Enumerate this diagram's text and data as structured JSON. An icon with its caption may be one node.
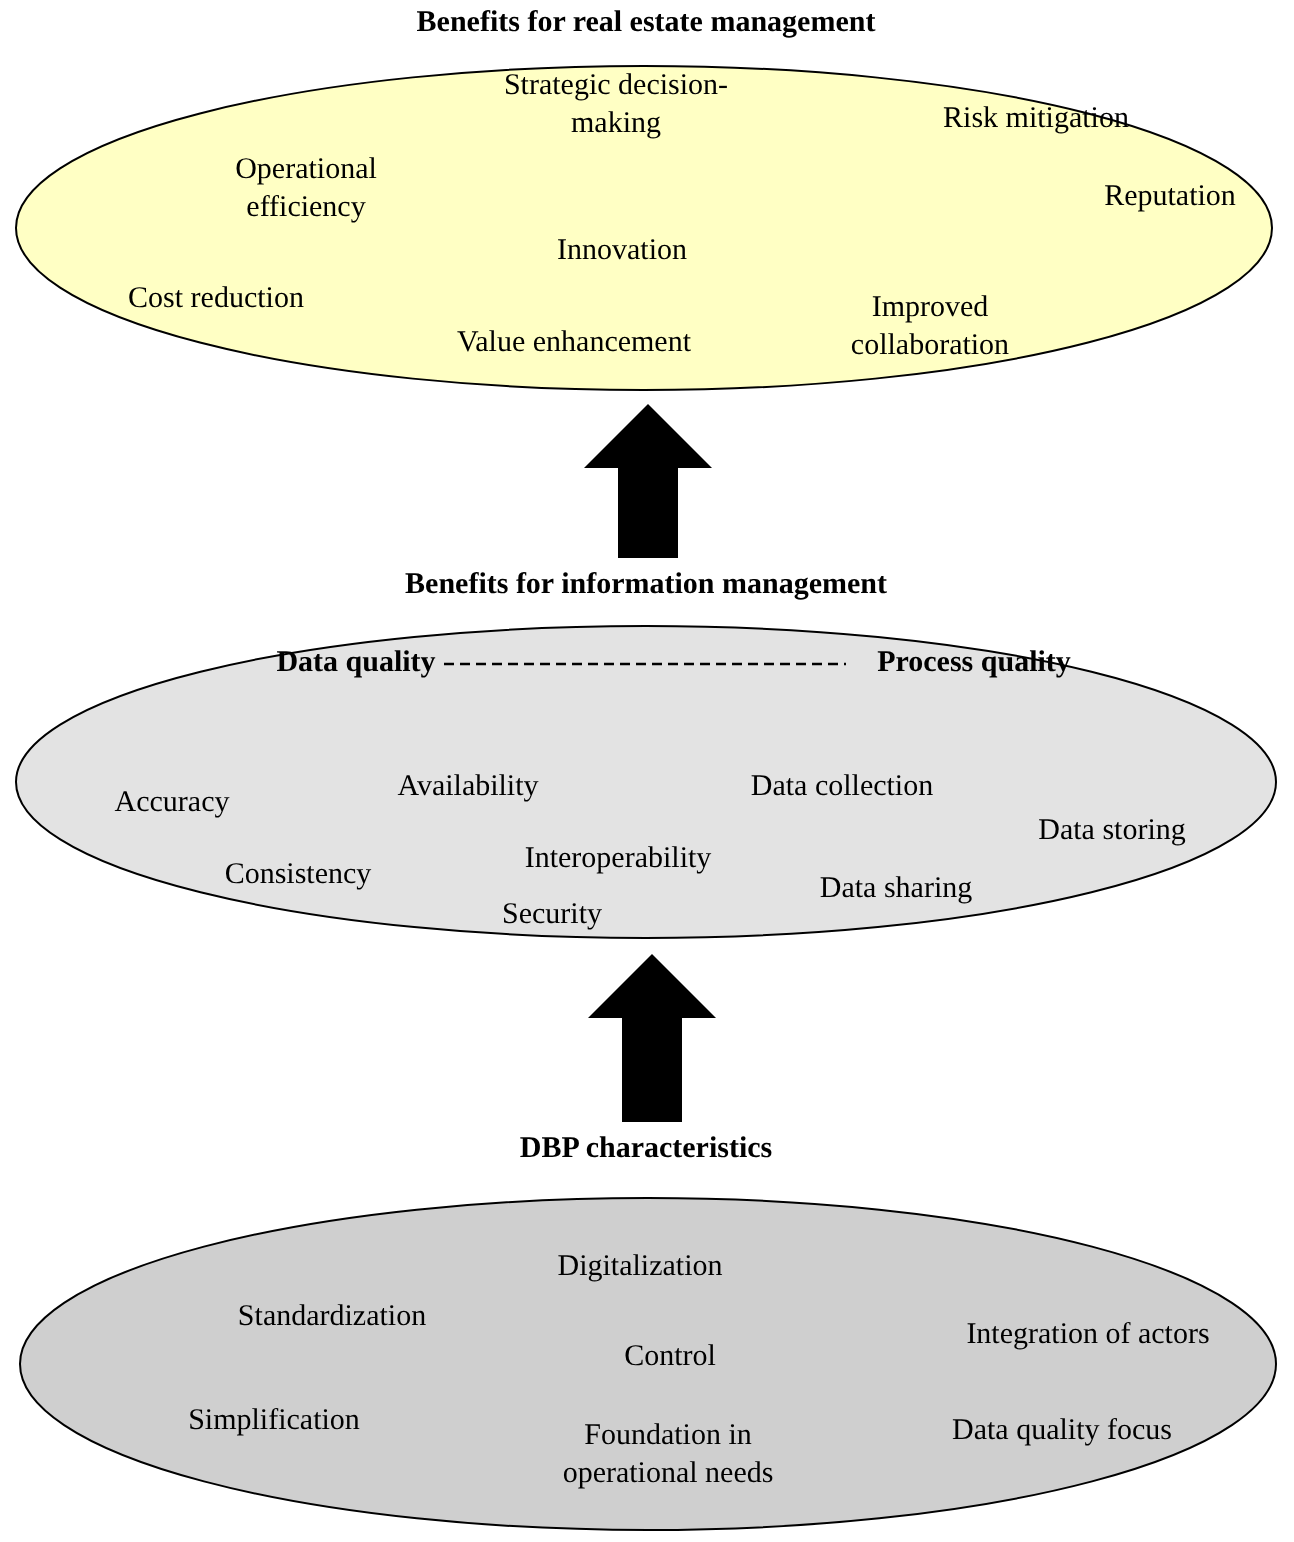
{
  "diagram": {
    "nodes": [
      {
        "text": [
          "Benefits for real estate management",
          "Operational efficiency",
          "Strategic decision-making",
          "Risk mitigation",
          "Reputation",
          "Cost reduction",
          "Innovation",
          "Value enhancement",
          "Improved collaboration"
        ]
      },
      {
        "text": [
          "Benefits for information management",
          "Accuracy",
          "Availability",
          "Data collection",
          "Data storing",
          "Consistency",
          "Interoperability",
          "Data sharing",
          "Security"
        ]
      },
      {
        "text": [
          "Data quality"
        ],
        "in": 1
      },
      {
        "text": [
          "Process quality"
        ],
        "in": 1
      },
      {
        "text": [
          "DBP characteristics",
          "Digitalization",
          "Standardization",
          "Control",
          "Integration of actors",
          "Simplification",
          "Foundation in operational needs",
          "Data quality focus"
        ]
      }
    ],
    "edges": [
      {
        "from": 4,
        "to": 1,
        "arrow": "to"
      },
      {
        "from": 1,
        "to": 0,
        "arrow": "to"
      },
      {
        "from": 2,
        "to": 3,
        "arrow": "none",
        "style": "dashed"
      }
    ]
  }
}
